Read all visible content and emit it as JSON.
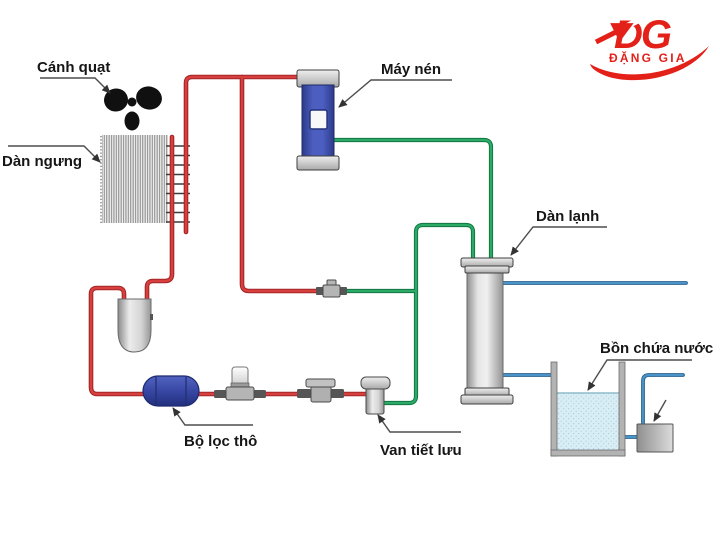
{
  "logo": {
    "monogram": "DG",
    "brand": "ĐẶNG GIA",
    "color": "#e32119"
  },
  "labels": {
    "fan": "Cánh quạt",
    "condenser": "Dàn ngưng",
    "compressor": "Máy nén",
    "evaporator": "Dàn lạnh",
    "water_tank": "Bồn chứa nước",
    "coarse_filter": "Bộ lọc thô",
    "expansion_valve": "Van tiết lưu"
  },
  "colors": {
    "discharge_line_red": "#cc3333",
    "suction_line_green": "#1f9e58",
    "water_line_blue": "#3d7fb2",
    "component_blue": "#3f51a8",
    "water_fill": "#d9edf5",
    "leader_gray": "#4d4d4d",
    "label_text": "#161616"
  }
}
